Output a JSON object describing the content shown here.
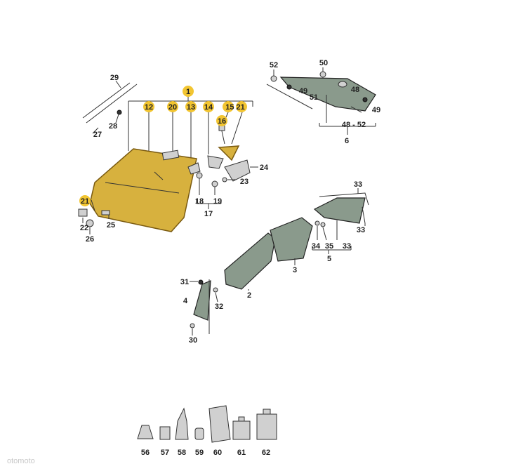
{
  "labels": {
    "p1": "1",
    "p2": "2",
    "p3": "3",
    "p4": "4",
    "p5": "5",
    "p6": "6",
    "p12": "12",
    "p13": "13",
    "p14": "14",
    "p15_21": "15 21",
    "p16": "16",
    "p17": "17",
    "p18": "18",
    "p19": "19",
    "p20": "20",
    "p21": "21",
    "p22": "22",
    "p23": "23",
    "p24": "24",
    "p25": "25",
    "p26": "26",
    "p27": "27",
    "p28": "28",
    "p29": "29",
    "p30": "30",
    "p31": "31",
    "p32": "32",
    "p33a": "33",
    "p33b": "33",
    "p33c": "33",
    "p34": "34",
    "p35": "35",
    "p48": "48",
    "p48_52": "48 - 52",
    "p49a": "49",
    "p49b": "49",
    "p50": "50",
    "p51": "51",
    "p52": "52",
    "p56": "56",
    "p57": "57",
    "p58": "58",
    "p59": "59",
    "p60": "60",
    "p61": "61",
    "p62": "62"
  },
  "watermark": "otomoto",
  "colors": {
    "highlight": "#f2c531",
    "glass": "#8a9a8c",
    "windshield": "#d7b13e"
  }
}
